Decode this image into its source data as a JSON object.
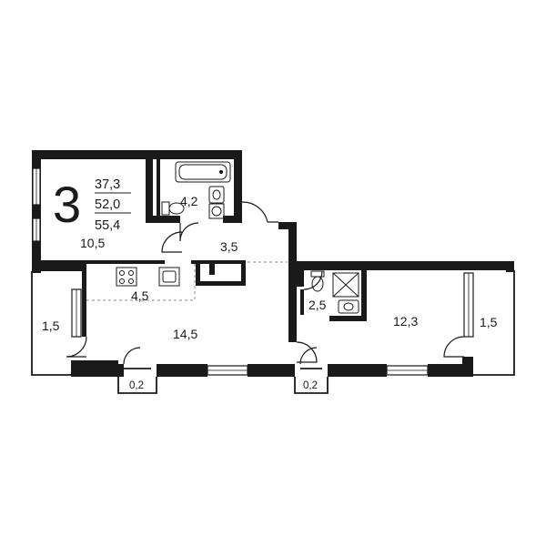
{
  "plan": {
    "rooms_count": "3",
    "area_living": "37,3",
    "area_total": "52,0",
    "area_total_with_balcony": "55,4",
    "rooms": {
      "bedroom": "10,5",
      "bathroom_main": "4,2",
      "hallway": "3,5",
      "kitchen": "4,5",
      "living_room": "14,5",
      "balcony_left": "1,5",
      "bathroom_small": "2,5",
      "bedroom_right": "12,3",
      "balcony_right": "1,5",
      "bay_left": "0,2",
      "bay_right": "0,2"
    }
  },
  "colors": {
    "wall": "#1a1a1a",
    "background": "#ffffff",
    "fixture": "#1a1a1a",
    "window": "#1a1a1a"
  }
}
